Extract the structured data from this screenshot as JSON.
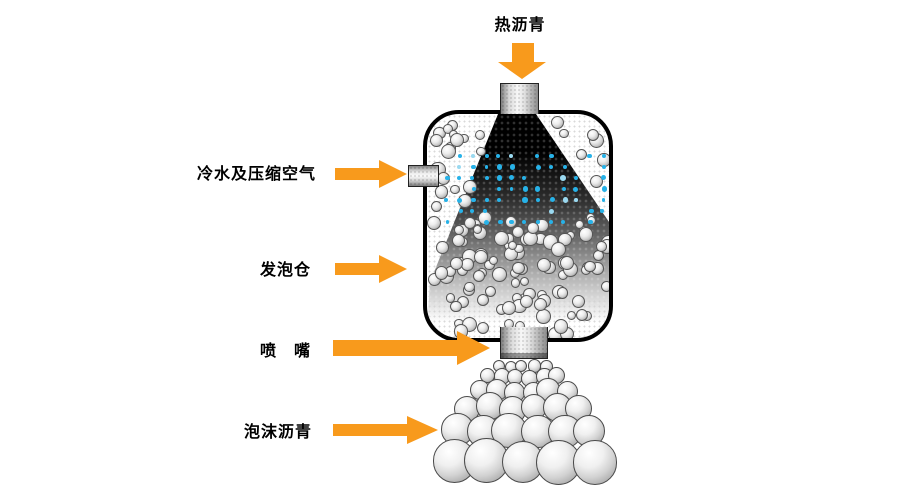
{
  "labels": {
    "hot_asphalt": "热沥青",
    "cold_water_compressed_air": "冷水及压缩空气",
    "foaming_chamber": "发泡仓",
    "nozzle": "喷　嘴",
    "foamed_asphalt": "泡沫沥青"
  },
  "colors": {
    "background": "#FFFFFF",
    "arrow_orange": "#F89A1C",
    "spray_dot_blue": "#27B2E8",
    "spray_dot_blue_light": "#9AD9F0",
    "cone_black": "#000000",
    "vessel_border": "#000000",
    "bubble_outline": "#555555",
    "label_text": "#000000"
  }
}
